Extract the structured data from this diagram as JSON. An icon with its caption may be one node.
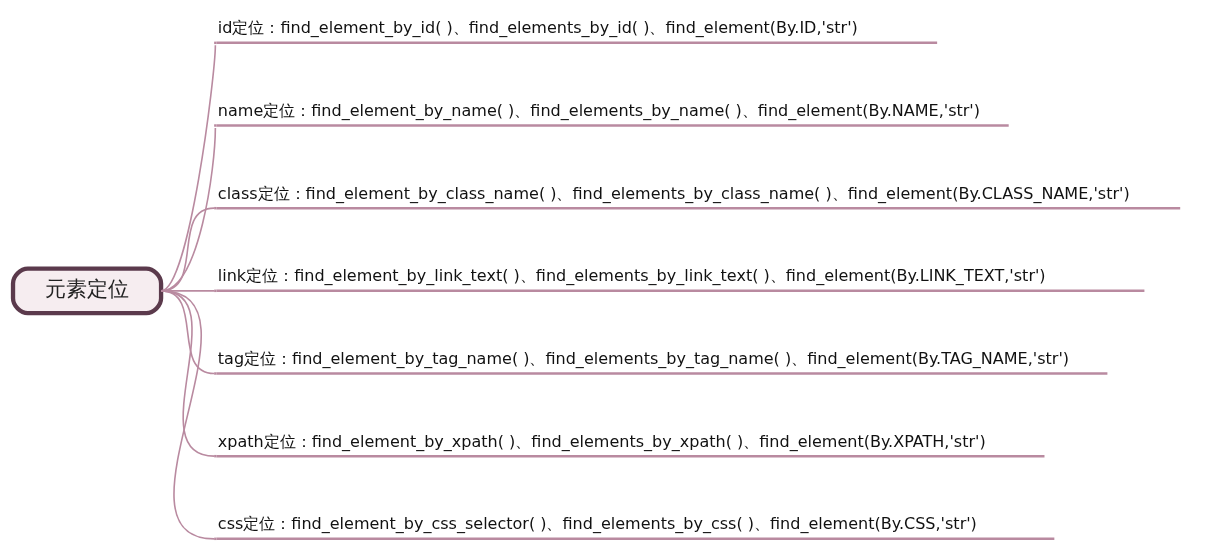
{
  "diagram": {
    "nodes": [
      {
        "text": [
          "元素定位"
        ]
      },
      {
        "text": [
          "id定位：find_element_by_id( )、find_elements_by_id( )、find_element(By.ID,'str')"
        ]
      },
      {
        "text": [
          "name定位：find_element_by_name( )、find_elements_by_name( )、find_element(By.NAME,'str')"
        ]
      },
      {
        "text": [
          "class定位：find_element_by_class_name( )、find_elements_by_class_name( )、find_element(By.CLASS_NAME,'str')"
        ]
      },
      {
        "text": [
          "link定位：find_element_by_link_text( )、find_elements_by_link_text( )、find_element(By.LINK_TEXT,'str')"
        ]
      },
      {
        "text": [
          "tag定位：find_element_by_tag_name( )、find_elements_by_tag_name( )、find_element(By.TAG_NAME,'str')"
        ]
      },
      {
        "text": [
          "xpath定位：find_element_by_xpath( )、find_elements_by_xpath( )、find_element(By.XPATH,'str')"
        ]
      },
      {
        "text": [
          "css定位：find_element_by_css_selector( )、find_elements_by_css( )、find_element(By.CSS,'str')"
        ]
      }
    ],
    "edges": [
      {
        "from": 0,
        "to": 1,
        "arrow": "none"
      },
      {
        "from": 0,
        "to": 2,
        "arrow": "none"
      },
      {
        "from": 0,
        "to": 3,
        "arrow": "none"
      },
      {
        "from": 0,
        "to": 4,
        "arrow": "none"
      },
      {
        "from": 0,
        "to": 5,
        "arrow": "none"
      },
      {
        "from": 0,
        "to": 6,
        "arrow": "none"
      },
      {
        "from": 0,
        "to": 7,
        "arrow": "none"
      }
    ]
  }
}
